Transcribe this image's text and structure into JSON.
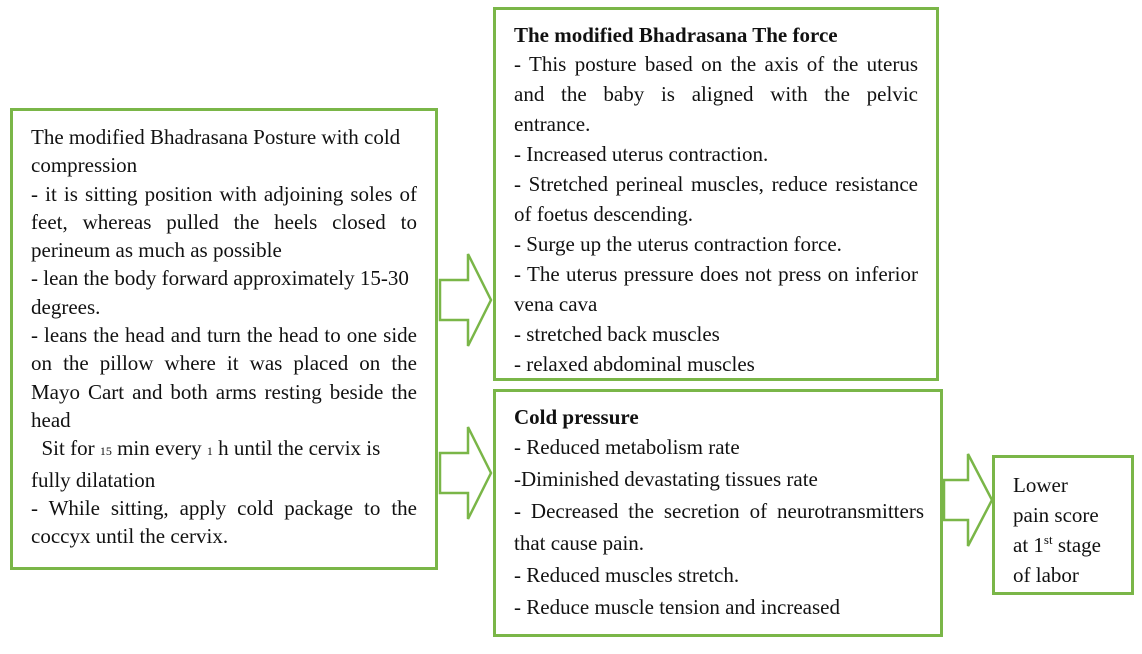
{
  "left_box": {
    "lines": [
      "The modified Bhadrasana Posture with cold compression",
      "- it is sitting position with adjoining soles of feet, whereas pulled the heels closed to perineum as much as possible",
      "- lean the body forward approximately 15-30 degrees.",
      "- leans the head and turn the head to one side on the pillow where it was placed on the Mayo Cart and both arms resting beside the head",
      "Sit for",
      "15",
      "min every",
      "1",
      "h until the cervix is fully dilatation",
      "- While sitting, apply cold package to the coccyx until the cervix."
    ]
  },
  "force_box": {
    "title": "The modified Bhadrasana The force",
    "lines": [
      "- This posture based on the axis of the uterus and the baby is aligned with the pelvic entrance.",
      "- Increased uterus contraction.",
      "- Stretched perineal muscles, reduce resistance of foetus descending.",
      "- Surge up the uterus contraction force.",
      "- The uterus pressure does not press on inferior vena cava",
      "- stretched back muscles",
      "- relaxed abdominal muscles"
    ]
  },
  "cold_box": {
    "title": "Cold pressure",
    "lines": [
      "- Reduced metabolism rate",
      "-Diminished devastating tissues rate",
      "- Decreased the secretion of neurotransmitters that cause pain.",
      "- Reduced muscles stretch.",
      "- Reduce muscle tension and increased"
    ]
  },
  "result_box": {
    "line1": "Lower",
    "line2": "pain score",
    "line3_pre": "at 1",
    "line3_sup": "st",
    "line3_post": " stage",
    "line4": "of labor"
  },
  "colors": {
    "box_border": "#7ab648",
    "arrow_stroke": "#7ab648",
    "text": "#111111"
  }
}
